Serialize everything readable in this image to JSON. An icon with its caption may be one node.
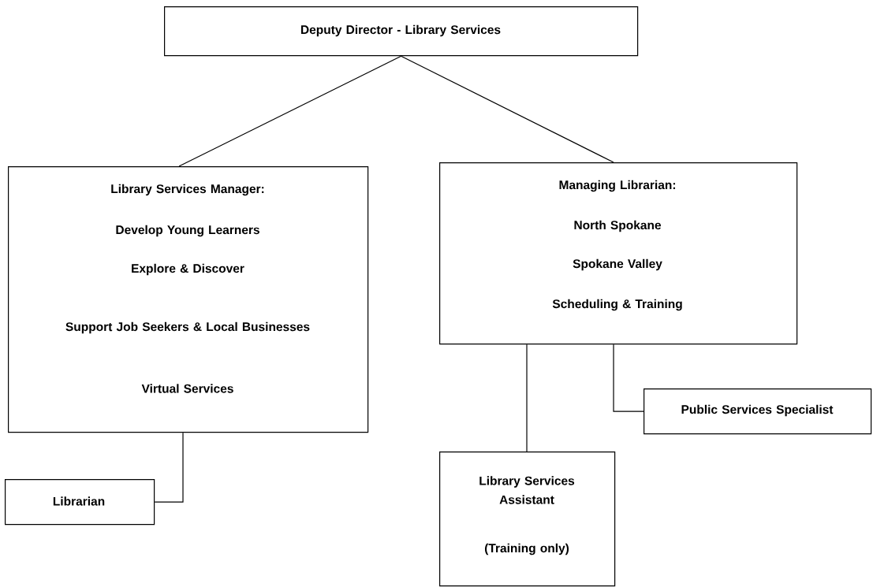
{
  "diagram": {
    "nodes": [
      {
        "text": [
          "Deputy Director - Library Services"
        ]
      },
      {
        "text": [
          "Library Services Manager:",
          "Develop Young Learners",
          "Explore & Discover",
          "Support Job Seekers & Local Businesses",
          "Virtual Services"
        ]
      },
      {
        "text": [
          "Managing Librarian:",
          "North Spokane",
          "Spokane Valley",
          "Scheduling & Training"
        ]
      },
      {
        "text": [
          "Librarian"
        ]
      },
      {
        "text": [
          "Public Services Specialist"
        ]
      },
      {
        "text": [
          "Library Services Assistant",
          "(Training only)"
        ]
      }
    ],
    "edges": [
      {
        "from": 0,
        "to": 1,
        "arrow": "none"
      },
      {
        "from": 0,
        "to": 2,
        "arrow": "none"
      },
      {
        "from": 1,
        "to": 3,
        "arrow": "none"
      },
      {
        "from": 2,
        "to": 4,
        "arrow": "none"
      },
      {
        "from": 2,
        "to": 5,
        "arrow": "none"
      }
    ]
  }
}
